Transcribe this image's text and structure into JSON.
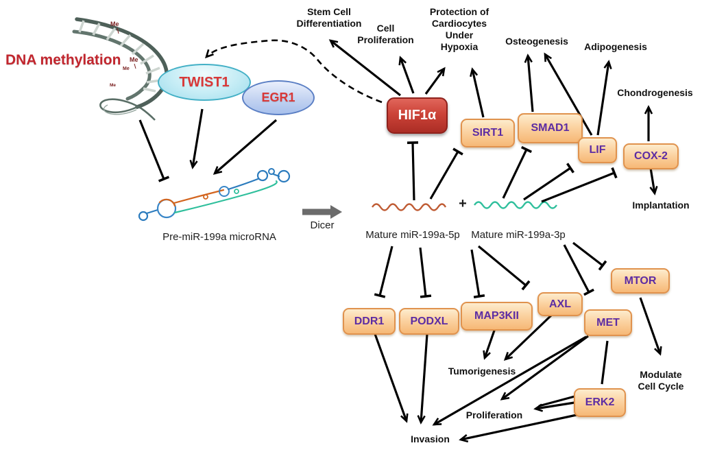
{
  "title": {
    "dna_methylation": "DNA methylation"
  },
  "nodes": {
    "twist1": "TWIST1",
    "egr1": "EGR1",
    "hif1a": "HIF1α",
    "sirt1": "SIRT1",
    "smad1": "SMAD1",
    "lif": "LIF",
    "cox2": "COX-2",
    "ddr1": "DDR1",
    "podxl": "PODXL",
    "map3kii": "MAP3KII",
    "axl": "AXL",
    "met": "MET",
    "mtor": "MTOR",
    "erk2": "ERK2"
  },
  "rna": {
    "premir_label": "Pre-miR-199a microRNA",
    "dicer_label": "Dicer",
    "mir5p_label": "Mature miR-199a-5p",
    "plus": "+",
    "mir3p_label": "Mature miR-199a-3p"
  },
  "outcomes": {
    "stem_cell": "Stem Cell\nDifferentiation",
    "cell_proliferation": "Cell\nProliferation",
    "protection": "Protection of\nCardiocytes\nUnder\nHypoxia",
    "osteogenesis": "Osteogenesis",
    "adipogenesis": "Adipogenesis",
    "chondrogenesis": "Chondrogenesis",
    "implantation": "Implantation",
    "tumorigenesis": "Tumorigenesis",
    "modulate_cell_cycle": "Modulate\nCell Cycle",
    "proliferation": "Proliferation",
    "invasion": "Invasion"
  },
  "dna_marks": {
    "me1": "Me",
    "me2": "Me",
    "me3": "Me",
    "me4": "Me"
  },
  "colors": {
    "hif1a_fill": "#cc4338",
    "target_box_fill": "#fbd3a2",
    "target_box_border": "#e0924d",
    "target_text": "#5c2ca3",
    "twist1_fill": "#c4ecf5",
    "egr1_fill": "#c3d3f1",
    "red_label": "#c2262e",
    "mir5p_strand": "#bf5b33",
    "mir3p_strand": "#2fbf9c",
    "dicer_arrow": "#6b6b6b",
    "line": "#000000"
  }
}
